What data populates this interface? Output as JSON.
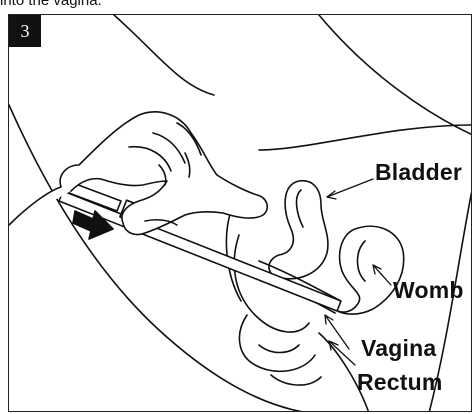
{
  "caption": "into the vagina.",
  "step": "3",
  "labels": {
    "bladder": "Bladder",
    "womb": "Womb",
    "vagina": "Vagina",
    "rectum": "Rectum"
  }
}
